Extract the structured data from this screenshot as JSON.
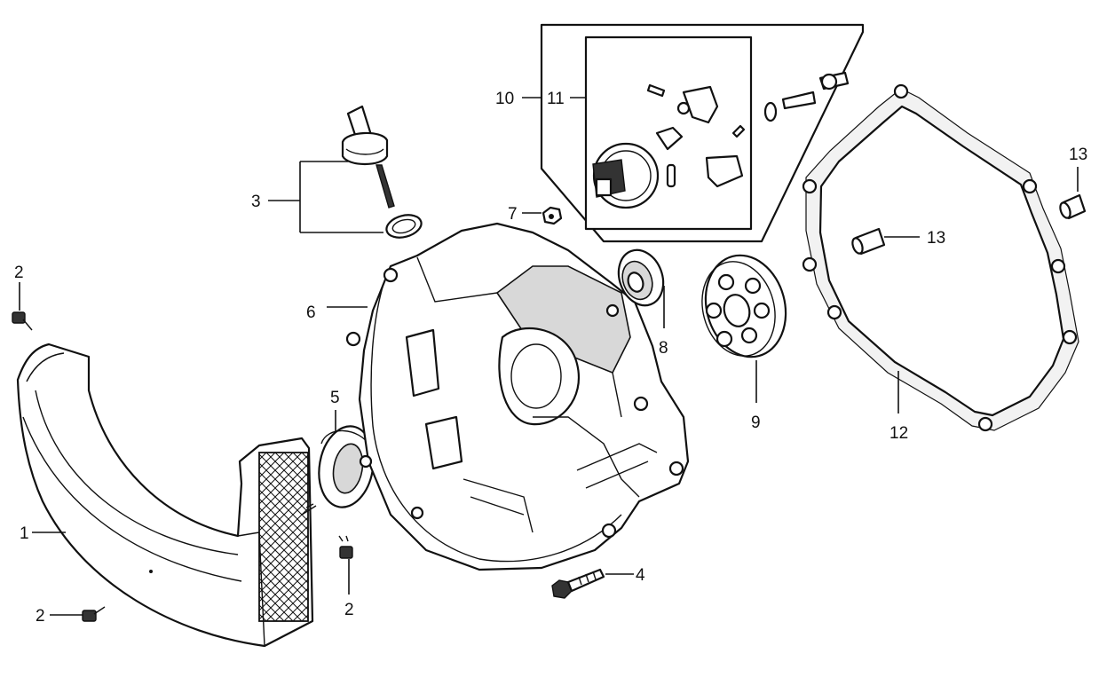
{
  "callouts": {
    "c1": "1",
    "c2a": "2",
    "c2b": "2",
    "c2c": "2",
    "c3": "3",
    "c4": "4",
    "c5": "5",
    "c6": "6",
    "c7": "7",
    "c8": "8",
    "c9": "9",
    "c10": "10",
    "c11": "11",
    "c12": "12",
    "c13a": "13",
    "c13b": "13"
  }
}
